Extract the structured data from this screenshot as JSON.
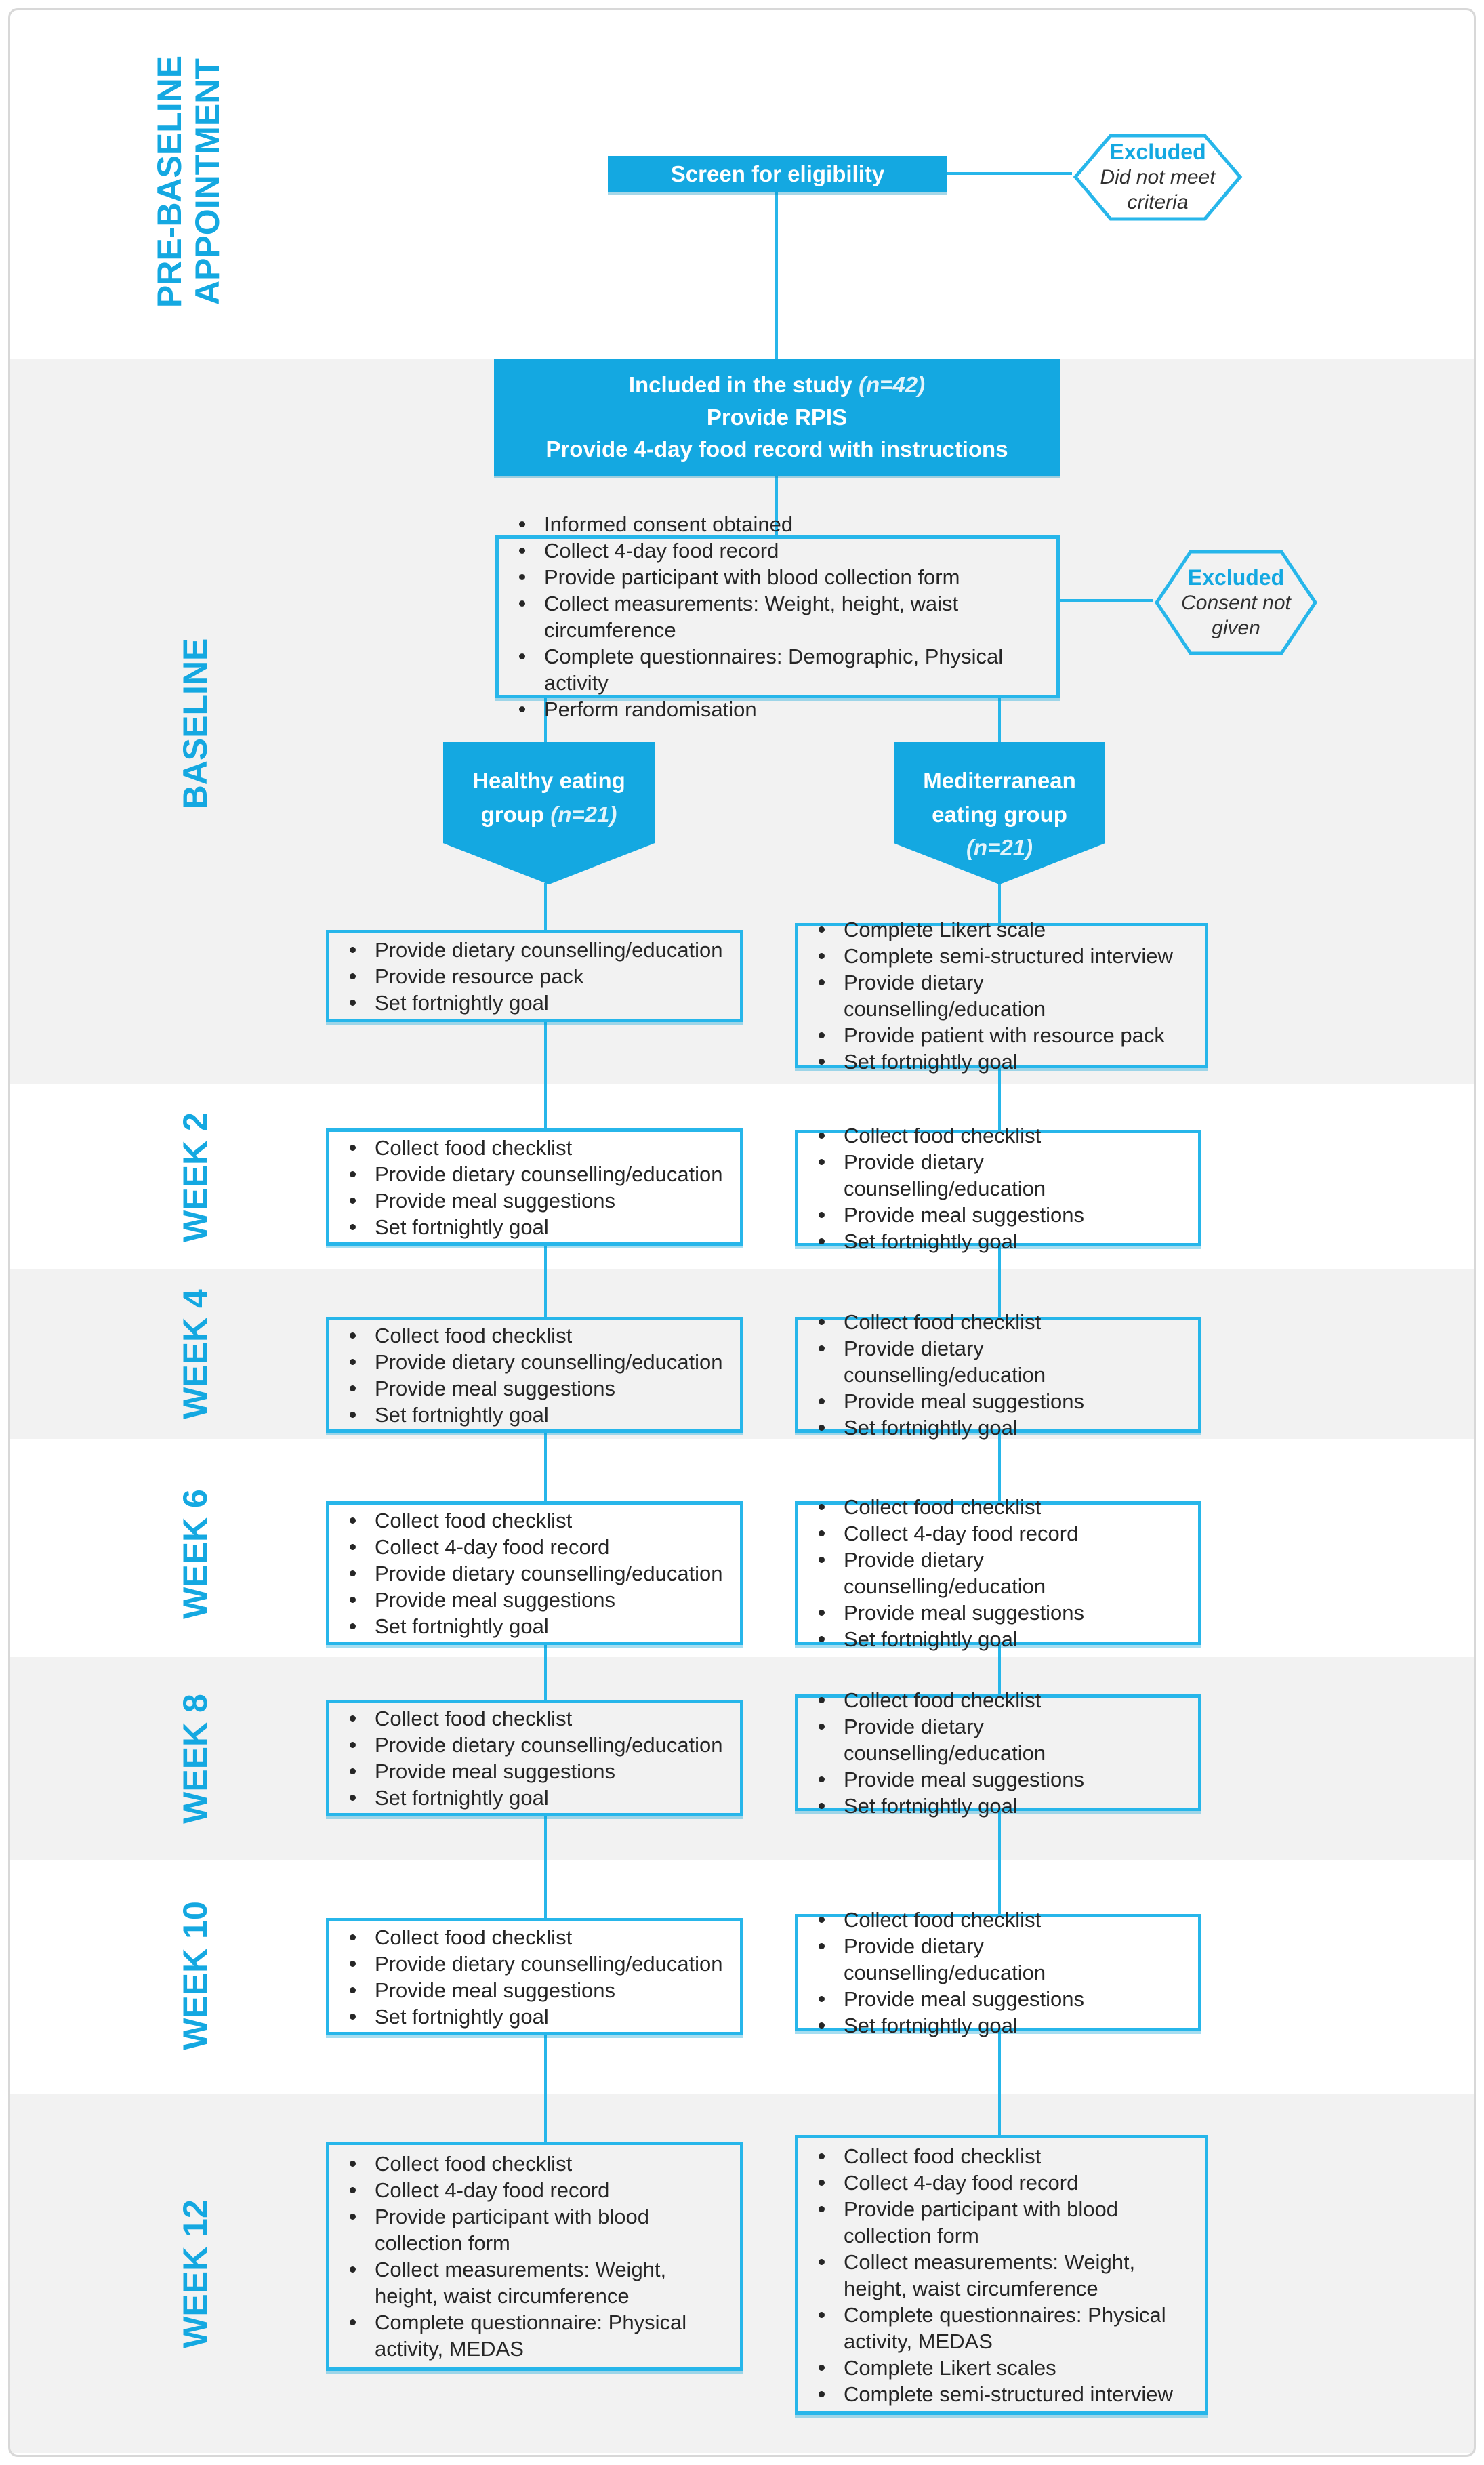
{
  "colors": {
    "accent": "#14a8e1",
    "line": "#27b6ea",
    "band": "#f2f2f2",
    "ink": "#262626",
    "frame": "#d8d8d8",
    "label": "#14a8e1"
  },
  "stages": {
    "pre_baseline": {
      "line1": "PRE-BASELINE",
      "line2": "APPOINTMENT"
    },
    "baseline": "BASELINE",
    "week2": "WEEK 2",
    "week4": "WEEK 4",
    "week6": "WEEK 6",
    "week8": "WEEK 8",
    "week10": "WEEK 10",
    "week12": "WEEK 12"
  },
  "nodes": {
    "screen": {
      "label": "Screen for eligibility"
    },
    "excluded_eligibility": {
      "title": "Excluded",
      "line1": "Did not meet",
      "line2": "criteria"
    },
    "included": {
      "line1": "Included in the study",
      "line1_n": "(n=42)",
      "line2": "Provide RPIS",
      "line3": "Provide 4-day food record with instructions"
    },
    "consent": {
      "bullets": [
        "Informed consent obtained",
        "Collect 4-day food record",
        "Provide participant with blood collection form",
        "Collect measurements: Weight, height, waist circumference",
        "Complete questionnaires: Demographic, Physical activity",
        "Perform randomisation"
      ]
    },
    "excluded_consent": {
      "title": "Excluded",
      "line1": "Consent not",
      "line2": "given"
    },
    "healthy_group": {
      "label": "Healthy eating group",
      "n": "(n=21)"
    },
    "mediterranean_group": {
      "label": "Mediterranean eating group",
      "n": "(n=21)"
    }
  },
  "healthy": {
    "baseline": [
      "Provide dietary counselling/education",
      "Provide resource pack",
      "Set fortnightly goal"
    ],
    "week2": [
      "Collect food checklist",
      "Provide dietary counselling/education",
      "Provide meal suggestions",
      "Set fortnightly goal"
    ],
    "week4": [
      "Collect food checklist",
      "Provide dietary counselling/education",
      "Provide meal suggestions",
      "Set fortnightly goal"
    ],
    "week6": [
      "Collect food checklist",
      "Collect 4-day food record",
      "Provide dietary counselling/education",
      "Provide meal suggestions",
      "Set fortnightly goal"
    ],
    "week8": [
      "Collect food checklist",
      "Provide dietary counselling/education",
      "Provide meal suggestions",
      "Set fortnightly goal"
    ],
    "week10": [
      "Collect food checklist",
      "Provide dietary counselling/education",
      "Provide meal suggestions",
      "Set fortnightly goal"
    ],
    "week12": [
      "Collect food checklist",
      "Collect 4-day food record",
      "Provide participant with blood collection form",
      "Collect measurements: Weight, height, waist circumference",
      "Complete questionnaire: Physical activity, MEDAS"
    ]
  },
  "mediterranean": {
    "baseline": [
      "Complete Likert scale",
      "Complete semi-structured interview",
      "Provide dietary counselling/education",
      "Provide patient with resource pack",
      "Set fortnightly goal"
    ],
    "week2": [
      "Collect food checklist",
      "Provide dietary counselling/education",
      "Provide meal suggestions",
      "Set fortnightly goal"
    ],
    "week4": [
      "Collect food checklist",
      "Provide dietary counselling/education",
      "Provide meal suggestions",
      "Set fortnightly goal"
    ],
    "week6": [
      "Collect food checklist",
      "Collect 4-day food record",
      "Provide dietary counselling/education",
      "Provide meal suggestions",
      "Set fortnightly goal"
    ],
    "week8": [
      "Collect food checklist",
      "Provide dietary counselling/education",
      "Provide meal suggestions",
      "Set fortnightly goal"
    ],
    "week10": [
      "Collect food checklist",
      "Provide dietary counselling/education",
      "Provide meal suggestions",
      "Set fortnightly goal"
    ],
    "week12": [
      "Collect food checklist",
      "Collect 4-day food record",
      "Provide participant with blood collection form",
      "Collect measurements: Weight, height, waist circumference",
      "Complete questionnaires: Physical activity, MEDAS",
      "Complete Likert scales",
      "Complete semi-structured interview"
    ]
  }
}
